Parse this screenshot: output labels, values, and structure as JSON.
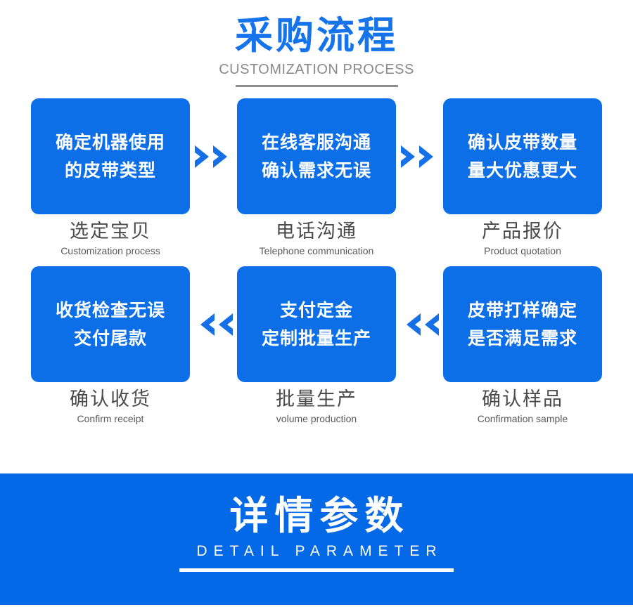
{
  "header": {
    "title_cn": "采购流程",
    "title_en": "CUSTOMIZATION PROCESS",
    "accent_color": "#1573ec",
    "rule_color": "#8f8f8f"
  },
  "flow": {
    "box_color": "#0c6fe8",
    "arrow_color": "#1570e8",
    "rows": [
      {
        "direction": "right",
        "arrow_icon": "double-chevron-right-icon",
        "steps": [
          {
            "box_lines": [
              "确定机器使用",
              "的皮带类型"
            ],
            "caption_cn": "选定宝贝",
            "caption_en": "Customization process"
          },
          {
            "box_lines": [
              "在线客服沟通",
              "确认需求无误"
            ],
            "caption_cn": "电话沟通",
            "caption_en": "Telephone communication"
          },
          {
            "box_lines": [
              "确认皮带数量",
              "量大优惠更大"
            ],
            "caption_cn": "产品报价",
            "caption_en": "Product quotation"
          }
        ]
      },
      {
        "direction": "left",
        "arrow_icon": "double-chevron-left-icon",
        "steps": [
          {
            "box_lines": [
              "收货检查无误",
              "交付尾款"
            ],
            "caption_cn": "确认收货",
            "caption_en": "Confirm receipt"
          },
          {
            "box_lines": [
              "支付定金",
              "定制批量生产"
            ],
            "caption_cn": "批量生产",
            "caption_en": "volume production"
          },
          {
            "box_lines": [
              "皮带打样确定",
              "是否满足需求"
            ],
            "caption_cn": "确认样品",
            "caption_en": "Confirmation sample"
          }
        ]
      }
    ]
  },
  "banner": {
    "title_cn": "详情参数",
    "title_en": "DETAIL PARAMETER",
    "background_color": "#0469e6",
    "text_color": "#ffffff"
  }
}
